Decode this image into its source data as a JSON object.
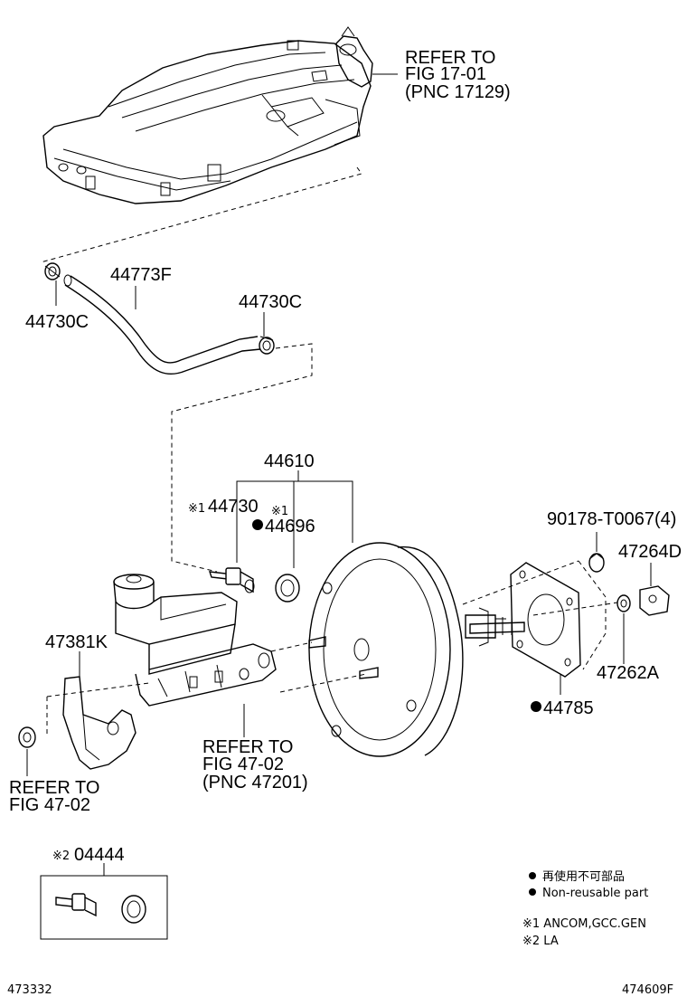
{
  "labels": {
    "refer_17_01_line1": "REFER TO",
    "refer_17_01_line2": "FIG 17-01",
    "refer_17_01_line3": "(PNC 17129)",
    "p44773F": "44773F",
    "p44730C_left": "44730C",
    "p44730C_right": "44730C",
    "p44610": "44610",
    "p44730_mark": "※1",
    "p44730": "44730",
    "p44696_mark": "※1",
    "p44696": "44696",
    "p90178": "90178-T0067(4)",
    "p47264D": "47264D",
    "p47381K": "47381K",
    "p47262A": "47262A",
    "p44785": "44785",
    "refer_47_02_mid_line1": "REFER TO",
    "refer_47_02_mid_line2": "FIG 47-02",
    "refer_47_02_mid_line3": "(PNC 47201)",
    "refer_47_02_left_line1": "REFER TO",
    "refer_47_02_left_line2": "FIG 47-02",
    "p04444_mark": "※2",
    "p04444": "04444"
  },
  "legend": {
    "non_reusable_jp": "再使用不可部品",
    "non_reusable_en": "Non-reusable part",
    "note1": "※1 ANCOM,GCC.GEN",
    "note2": "※2 LA"
  },
  "footer": {
    "left_code": "473332",
    "right_code": "474609F"
  }
}
